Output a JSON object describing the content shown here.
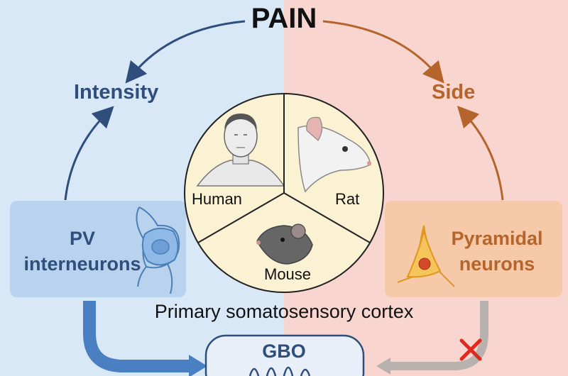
{
  "title": "PAIN",
  "left": {
    "outcome": "Intensity",
    "cell_line1": "PV",
    "cell_line2": "interneurons"
  },
  "right": {
    "outcome": "Side",
    "cell_line1": "Pyramidal",
    "cell_line2": "neurons"
  },
  "species": {
    "human": "Human",
    "rat": "Rat",
    "mouse": "Mouse"
  },
  "region": "Primary somatosensory cortex",
  "oscillation": "GBO",
  "colors": {
    "left_bg": "#d8e8f7",
    "right_bg": "#f8d6cf",
    "blue": "#2f4e7b",
    "orange": "#b5652b"
  }
}
